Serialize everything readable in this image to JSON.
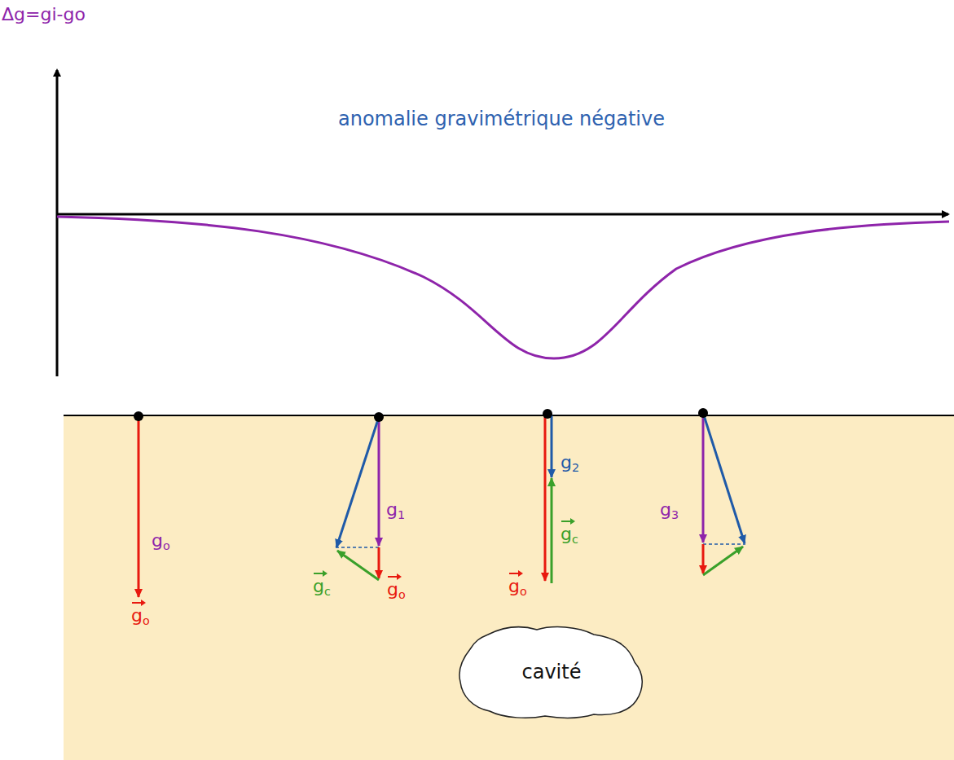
{
  "diagram": {
    "nodes": [
      {
        "text": [
          "cavité"
        ]
      }
    ],
    "labels": [
      "Δg=gi-go",
      "anomalie gravimétrique négative",
      "go",
      "go",
      "g1",
      "gc",
      "go",
      "g2",
      "gc",
      "go",
      "g3"
    ]
  }
}
